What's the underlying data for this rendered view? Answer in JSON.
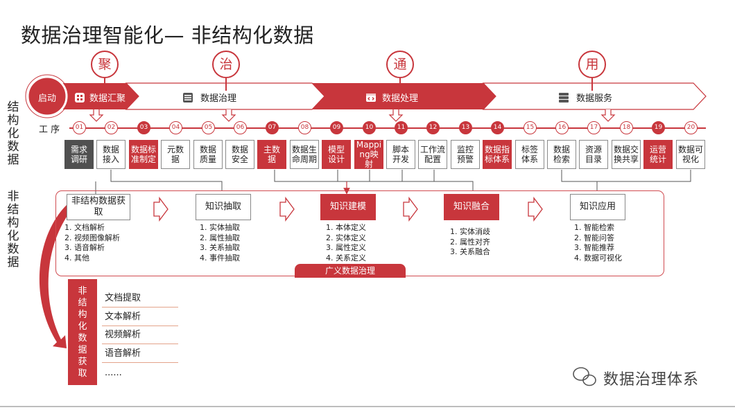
{
  "title": "数据治理智能化— 非结构化数据",
  "stages": [
    "聚",
    "治",
    "通",
    "用"
  ],
  "phases": {
    "start": "启动",
    "items": [
      "数据汇聚",
      "数据治理",
      "数据处理",
      "数据服务"
    ]
  },
  "structured_title": "结构化数据",
  "unstructured_title": "非结构化数据",
  "process_label": "工 序",
  "steps": [
    {
      "num": "01",
      "label": "需求调研",
      "style": "dark"
    },
    {
      "num": "02",
      "label": "数据接入",
      "style": "plain"
    },
    {
      "num": "03",
      "label": "数据标准制定",
      "style": "red"
    },
    {
      "num": "04",
      "label": "元数据",
      "style": "plain"
    },
    {
      "num": "05",
      "label": "数据质量",
      "style": "plain"
    },
    {
      "num": "06",
      "label": "数据安全",
      "style": "plain"
    },
    {
      "num": "07",
      "label": "主数据",
      "style": "red"
    },
    {
      "num": "08",
      "label": "数据生命周期",
      "style": "plain"
    },
    {
      "num": "09",
      "label": "模型设计",
      "style": "red"
    },
    {
      "num": "10",
      "label": "Mapping映射",
      "style": "red"
    },
    {
      "num": "11",
      "label": "脚本开发",
      "style": "plain"
    },
    {
      "num": "12",
      "label": "工作流配置",
      "style": "plain"
    },
    {
      "num": "13",
      "label": "监控预警",
      "style": "plain"
    },
    {
      "num": "14",
      "label": "数据指标体系",
      "style": "red"
    },
    {
      "num": "15",
      "label": "标签体系",
      "style": "plain"
    },
    {
      "num": "16",
      "label": "数据检索",
      "style": "plain"
    },
    {
      "num": "17",
      "label": "资源目录",
      "style": "plain"
    },
    {
      "num": "18",
      "label": "数据交换共享",
      "style": "plain"
    },
    {
      "num": "19",
      "label": "运营统计",
      "style": "red"
    },
    {
      "num": "20",
      "label": "数据可视化",
      "style": "plain"
    }
  ],
  "knowledge": [
    {
      "label": "非结构数据获取",
      "style": "plain",
      "items": [
        "1. 文档解析",
        "2. 视频图像解析",
        "3. 语音解析",
        "4. 其他"
      ]
    },
    {
      "label": "知识抽取",
      "style": "plain",
      "items": [
        "1. 实体抽取",
        "2. 属性抽取",
        "3. 关系抽取",
        "4. 事件抽取"
      ]
    },
    {
      "label": "知识建模",
      "style": "red",
      "items": [
        "1. 本体定义",
        "2. 实体定义",
        "3. 属性定义",
        "4. 关系定义"
      ]
    },
    {
      "label": "知识融合",
      "style": "red",
      "items": [
        "1. 实体消歧",
        "2. 属性对齐",
        "3. 关系融合"
      ]
    },
    {
      "label": "知识应用",
      "style": "plain",
      "items": [
        "1. 智能检索",
        "2. 智能问答",
        "3. 智能推荐",
        "4. 数据可视化"
      ]
    }
  ],
  "broad_label": "广义数据治理",
  "acquisition": {
    "title": "非结构化数据获取",
    "items": [
      "文档提取",
      "文本解析",
      "视频解析",
      "语音解析",
      "......"
    ]
  },
  "watermark": "数据治理体系",
  "colors": {
    "accent": "#c8363c",
    "dark": "#505050",
    "border": "#8a8a8a"
  }
}
